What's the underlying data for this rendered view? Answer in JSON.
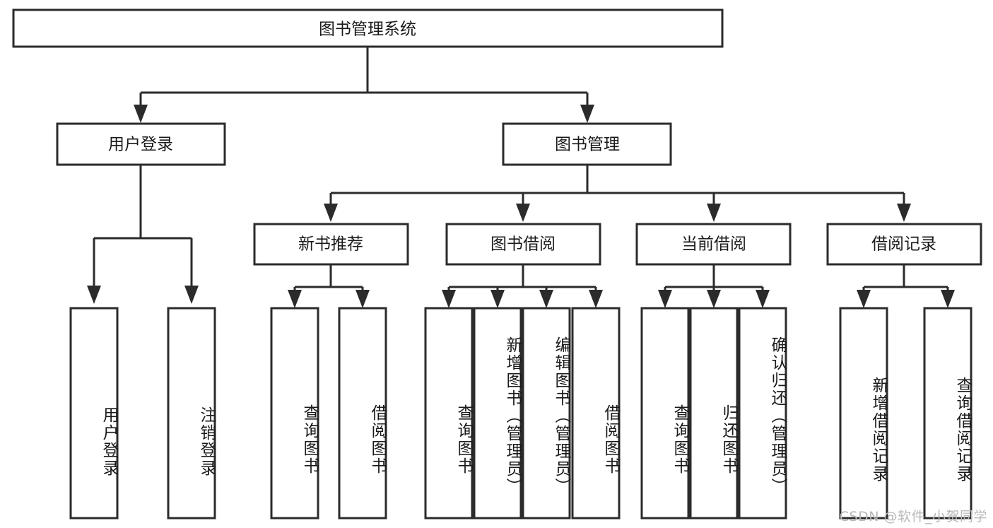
{
  "diagram": {
    "title": "图书管理系统",
    "type": "tree-hierarchy",
    "watermark": "CSDN @软件_小贺同学",
    "colors": {
      "stroke": "#2b2b2b",
      "fill": "#ffffff",
      "text": "#1a1a1a",
      "watermark": "#b8b8b8",
      "background": "#ffffff"
    },
    "root": {
      "label": "图书管理系统"
    },
    "level2": [
      {
        "label": "用户登录"
      },
      {
        "label": "图书管理"
      }
    ],
    "level3": [
      {
        "label": "新书推荐"
      },
      {
        "label": "图书借阅"
      },
      {
        "label": "当前借阅"
      },
      {
        "label": "借阅记录"
      }
    ],
    "leaves": {
      "user_login": [
        {
          "label": "用户登录"
        },
        {
          "label": "注销登录"
        }
      ],
      "new_book_recommend": [
        {
          "label": "查询图书"
        },
        {
          "label": "借阅图书"
        }
      ],
      "book_borrow": [
        {
          "label": "查询图书"
        },
        {
          "label": "新增图书（管理员）"
        },
        {
          "label": "编辑图书（管理员）"
        },
        {
          "label": "借阅图书"
        }
      ],
      "current_borrow": [
        {
          "label": "查询图书"
        },
        {
          "label": "归还图书"
        },
        {
          "label": "确认归还（管理员）"
        }
      ],
      "borrow_record": [
        {
          "label": "新增借阅记录"
        },
        {
          "label": "查询借阅记录"
        }
      ]
    }
  }
}
